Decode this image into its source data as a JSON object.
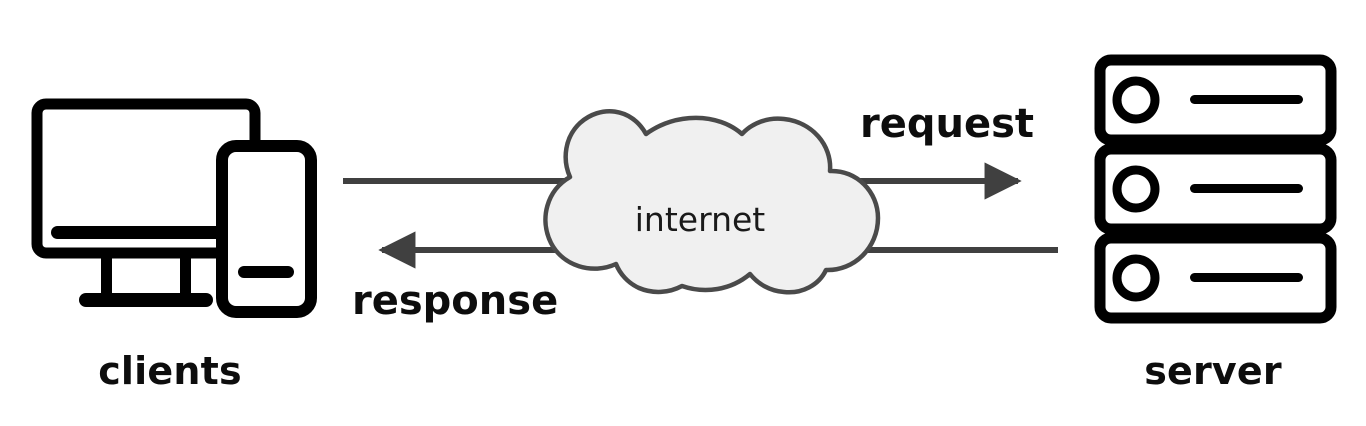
{
  "diagram": {
    "title": "client-server request response over internet",
    "background_color": "#ffffff",
    "nodes": {
      "clients": {
        "label": "clients",
        "icon": "devices-monitor-phone-icon",
        "color": "#000000"
      },
      "internet": {
        "label": "internet",
        "icon": "cloud-icon",
        "fill_color": "#f0f0f0",
        "stroke_color": "#4a4a4a"
      },
      "server": {
        "label": "server",
        "icon": "server-rack-icon",
        "color": "#000000"
      }
    },
    "edges": [
      {
        "id": "request",
        "label": "request",
        "direction": "clients-to-server",
        "color": "#404040"
      },
      {
        "id": "response",
        "label": "response",
        "direction": "server-to-clients",
        "color": "#404040"
      }
    ]
  }
}
